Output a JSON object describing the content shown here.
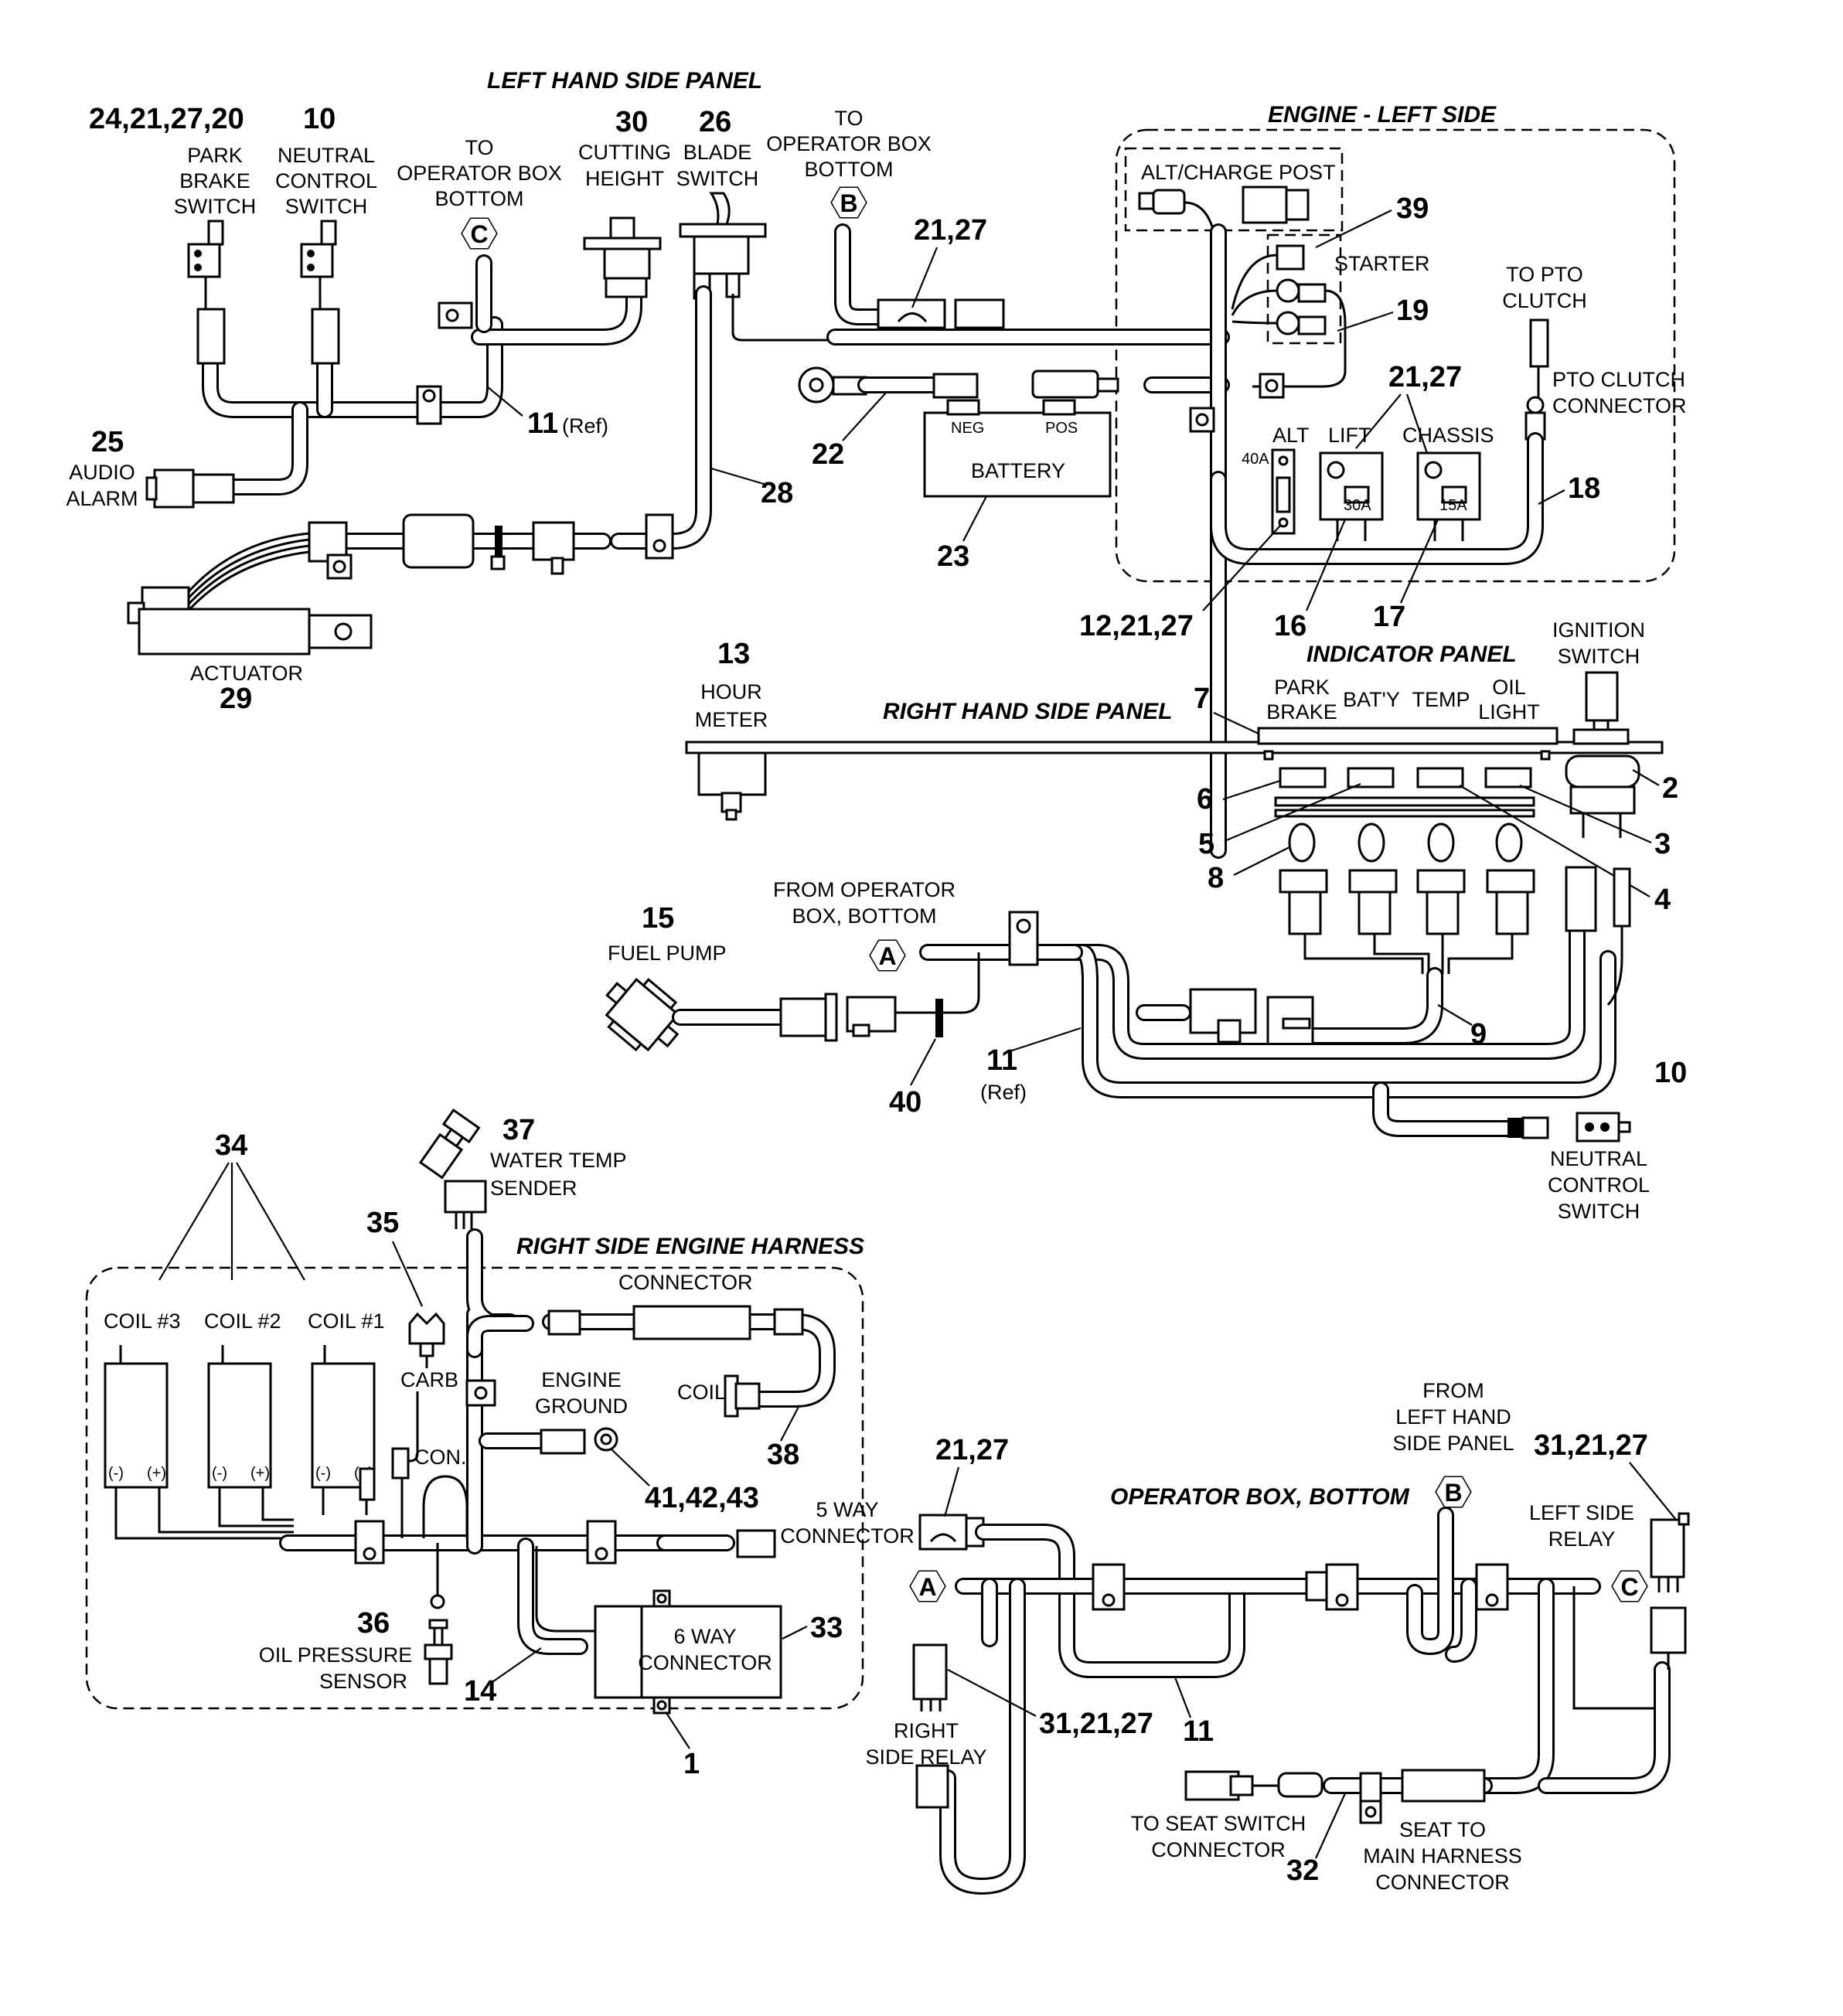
{
  "sections": {
    "left_hand_side_panel": "LEFT HAND SIDE PANEL",
    "engine_left_side": "ENGINE - LEFT SIDE",
    "indicator_panel": "INDICATOR PANEL",
    "right_hand_side_panel": "RIGHT HAND SIDE PANEL",
    "right_side_engine_harness": "RIGHT SIDE ENGINE HARNESS",
    "operator_box_bottom": "OPERATOR BOX, BOTTOM"
  },
  "callouts": {
    "c24_21_27_20": "24,21,27,20",
    "c10a": "10",
    "c30": "30",
    "c26": "26",
    "c21_27a": "21,27",
    "c39": "39",
    "c19": "19",
    "c21_27b": "21,27",
    "c25": "25",
    "c11a": "11",
    "c11a_ref": "(Ref)",
    "c22": "22",
    "c28": "28",
    "c23": "23",
    "c18": "18",
    "c12_21_27": "12,21,27",
    "c16": "16",
    "c17": "17",
    "c29": "29",
    "c13": "13",
    "c7": "7",
    "c2": "2",
    "c6": "6",
    "c5": "5",
    "c3": "3",
    "c8": "8",
    "c4": "4",
    "c15": "15",
    "c9": "9",
    "c11b": "11",
    "c11b_ref": "(Ref)",
    "c40": "40",
    "c10b": "10",
    "c34": "34",
    "c37": "37",
    "c35": "35",
    "c38": "38",
    "c41_42_43": "41,42,43",
    "c21_27c": "21,27",
    "c31_21_27a": "31,21,27",
    "c36": "36",
    "c33": "33",
    "c14": "14",
    "c1": "1",
    "c31_21_27b": "31,21,27",
    "c11c": "11",
    "c32": "32"
  },
  "labels": {
    "park_brake_switch": [
      "PARK",
      "BRAKE",
      "SWITCH"
    ],
    "neutral_control_switch_a": [
      "NEUTRAL",
      "CONTROL",
      "SWITCH"
    ],
    "to_operator_box_bottom_c": [
      "TO",
      "OPERATOR BOX",
      "BOTTOM"
    ],
    "cutting_height": [
      "CUTTING",
      "HEIGHT"
    ],
    "blade_switch": [
      "BLADE",
      "SWITCH"
    ],
    "to_operator_box_bottom_b": [
      "TO",
      "OPERATOR BOX",
      "BOTTOM"
    ],
    "alt_charge_post": "ALT/CHARGE POST",
    "starter": "STARTER",
    "to_pto_clutch": [
      "TO PTO",
      "CLUTCH"
    ],
    "pto_clutch_connector": [
      "PTO CLUTCH",
      "CONNECTOR"
    ],
    "audio_alarm": [
      "AUDIO",
      "ALARM"
    ],
    "neg": "NEG",
    "pos": "POS",
    "battery": "BATTERY",
    "alt": "ALT",
    "lift": "LIFT",
    "chassis": "CHASSIS",
    "fuse_40a": "40A",
    "fuse_30a": "30A",
    "fuse_15a": "15A",
    "actuator": "ACTUATOR",
    "hour_meter": [
      "HOUR",
      "METER"
    ],
    "park_brake_ind": [
      "PARK",
      "BRAKE"
    ],
    "baty": "BAT'Y",
    "temp": "TEMP",
    "oil_light": [
      "OIL",
      "LIGHT"
    ],
    "ignition_switch": [
      "IGNITION",
      "SWITCH"
    ],
    "fuel_pump": "FUEL PUMP",
    "from_operator_box_bottom": [
      "FROM OPERATOR",
      "BOX, BOTTOM"
    ],
    "neutral_control_switch_b": [
      "NEUTRAL",
      "CONTROL",
      "SWITCH"
    ],
    "water_temp_sender": [
      "WATER TEMP",
      "SENDER"
    ],
    "coil3": "COIL #3",
    "coil2": "COIL #2",
    "coil1": "COIL #1",
    "carb": "CARB",
    "connector": "CONNECTOR",
    "engine_ground": [
      "ENGINE",
      "GROUND"
    ],
    "coil": "COIL",
    "con": "CON.",
    "five_way_connector": [
      "5 WAY",
      "CONNECTOR"
    ],
    "from_left_hand_side_panel": [
      "FROM",
      "LEFT HAND",
      "SIDE PANEL"
    ],
    "left_side_relay": [
      "LEFT SIDE",
      "RELAY"
    ],
    "oil_pressure_sensor": [
      "OIL PRESSURE",
      "SENSOR"
    ],
    "six_way_connector": [
      "6 WAY",
      "CONNECTOR"
    ],
    "right_side_relay": [
      "RIGHT",
      "SIDE RELAY"
    ],
    "to_seat_switch_connector": [
      "TO SEAT SWITCH",
      "CONNECTOR"
    ],
    "seat_to_main_harness_connector": [
      "SEAT TO",
      "MAIN HARNESS",
      "CONNECTOR"
    ],
    "minus": "(-)",
    "plus": "(+)"
  },
  "connector_letters": {
    "a": "A",
    "b": "B",
    "c": "C"
  }
}
